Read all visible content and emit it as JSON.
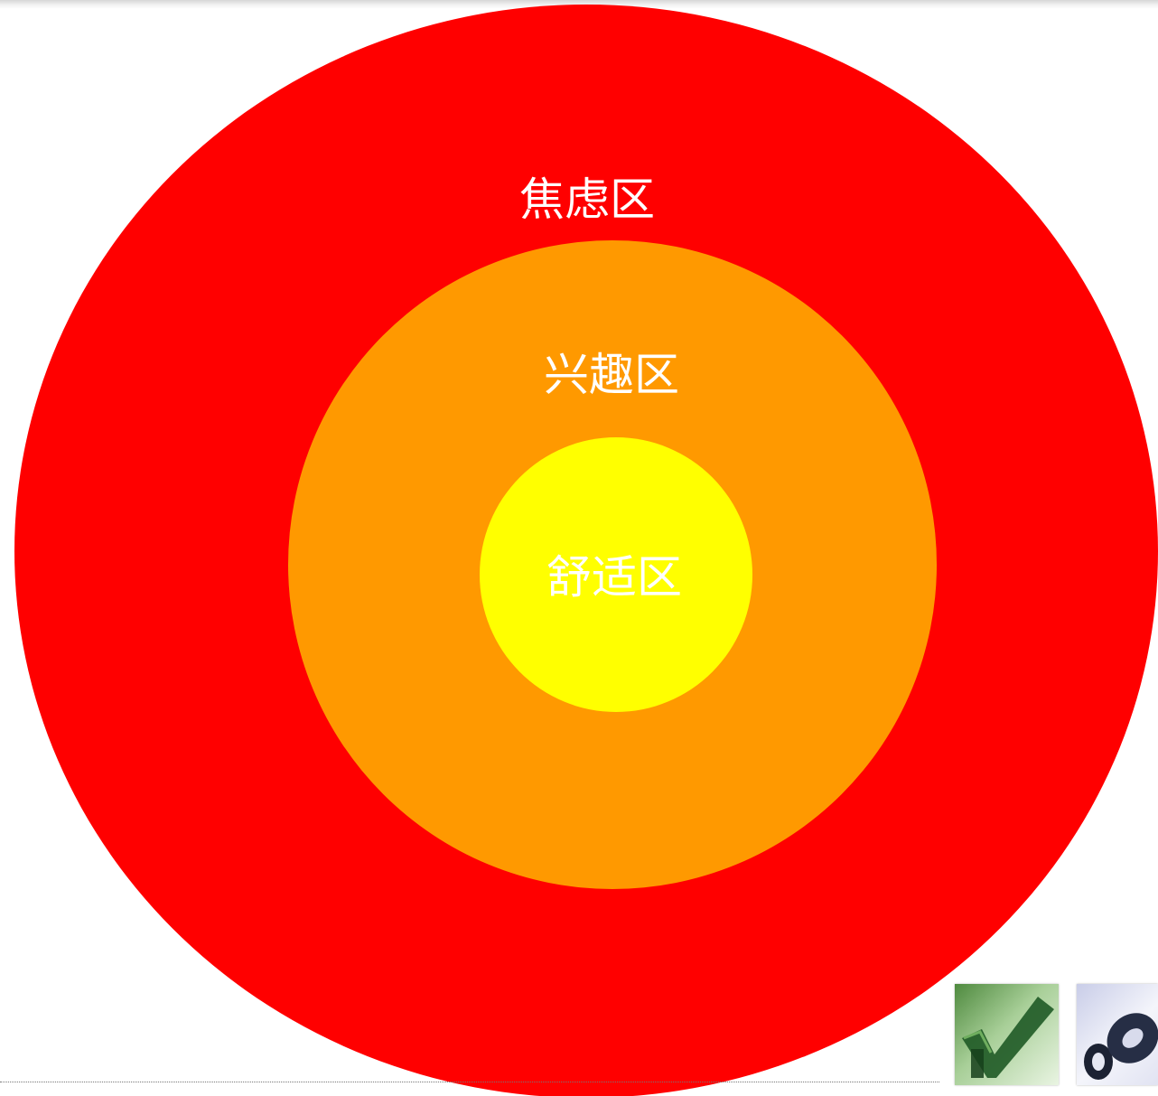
{
  "diagram": {
    "zones": [
      {
        "label": "焦虑区",
        "color": "#ff0000"
      },
      {
        "label": "兴趣区",
        "color": "#ff9900"
      },
      {
        "label": "舒适区",
        "color": "#ffff00"
      }
    ]
  },
  "thumbnails": [
    {
      "icon": "checkmark-icon"
    },
    {
      "icon": "chain-link-icon"
    }
  ]
}
